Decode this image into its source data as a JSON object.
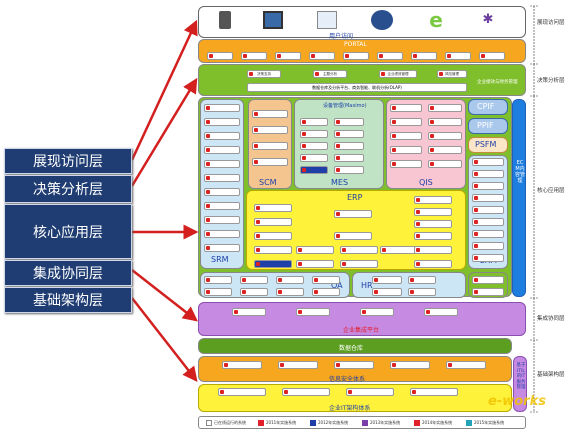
{
  "layers": [
    "展现访问层",
    "决策分析层",
    "核心应用层",
    "集成协同层",
    "基础架构层"
  ],
  "right_labels": [
    "展现访问层",
    "决策分析层",
    "核心应用层",
    "集成协同层",
    "基础架构层"
  ],
  "portal": {
    "top_title": "用户访问",
    "portal_title": "PORTAL",
    "decision_title": "企业绩效与财务管理",
    "olap_text": "数据仓库及分析平台、商务智能、联机分析(OLAP)"
  },
  "decision_items": [
    "决策支持",
    "主题分析",
    "企业绩效管理",
    "风险管理"
  ],
  "modules": {
    "scm": "SCM",
    "mes": "MES",
    "qis": "QIS",
    "srm": "SRM",
    "crm": "CRM",
    "erp": "ERP",
    "oa": "OA",
    "hr": "HR",
    "cpif": "CPIF",
    "ppif": "PPIF",
    "psfm": "PSFM",
    "ecm": "ECM内容管理",
    "maximo": "设备管理(Maximo)"
  },
  "integration": {
    "title": "企业集成平台"
  },
  "infra": {
    "dw": "数据仓库",
    "security": "信息安全体系",
    "it": "企业IT架构体系",
    "itil": "基于ITIL的IT服务管理"
  },
  "legend": [
    "已在线运行的系统",
    "2011年实施系统",
    "2012年实施系统",
    "2013年实施系统",
    "2014年实施系统",
    "2015年实施系统"
  ],
  "watermark": "e-works",
  "colors": {
    "label_bg": "#1f3d72",
    "arrow": "#d41f1f"
  }
}
